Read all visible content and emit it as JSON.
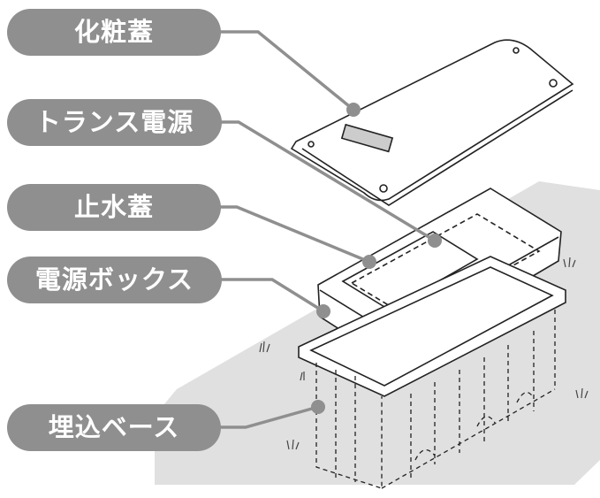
{
  "labels": [
    {
      "id": "decorative-cover",
      "text": "化粧蓋"
    },
    {
      "id": "transformer-power",
      "text": "トランス電源"
    },
    {
      "id": "waterproof-lid",
      "text": "止水蓋"
    },
    {
      "id": "power-box",
      "text": "電源ボックス"
    },
    {
      "id": "embedded-base",
      "text": "埋込ベース"
    }
  ],
  "colors": {
    "label_bg": "#8f8f8f",
    "label_text": "#ffffff",
    "leader": "#8f8f8f",
    "ground": "#e0e0e0",
    "line": "#222222"
  }
}
